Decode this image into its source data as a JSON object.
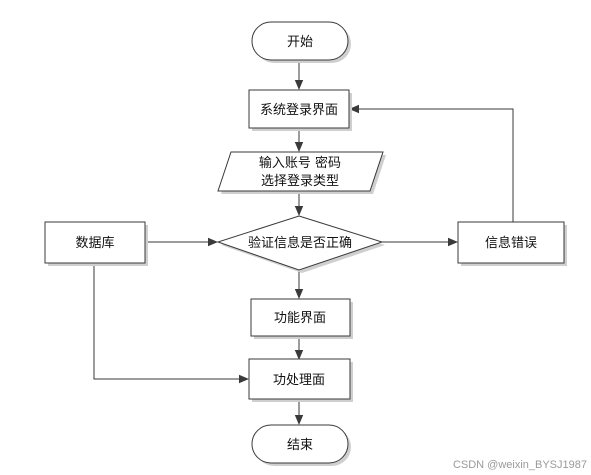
{
  "nodes": {
    "start": "开始",
    "login": "系统登录界面",
    "input_line1": "输入账号 密码",
    "input_line2": "选择登录类型",
    "verify": "验证信息是否正确",
    "database": "数据库",
    "error": "信息错误",
    "function_ui": "功能界面",
    "process": "功处理面",
    "end": "结束"
  },
  "watermark": "CSDN @weixin_BYSJ1987"
}
